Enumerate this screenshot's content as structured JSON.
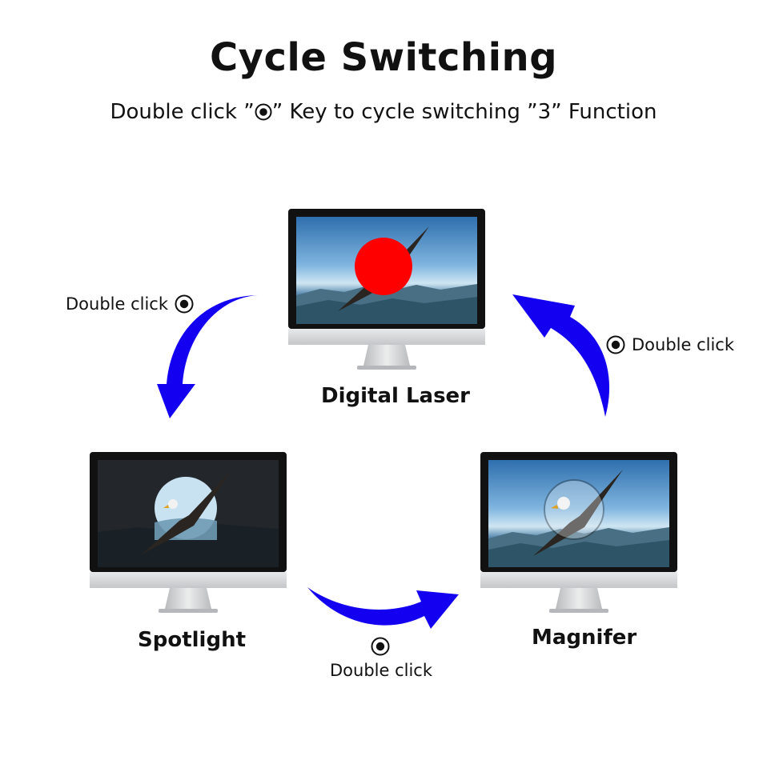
{
  "title": "Cycle Switching",
  "subtitle": {
    "before": "Double click ”",
    "after": "” Key to cycle switching ”3” Function"
  },
  "modes": [
    {
      "caption": "Digital Laser"
    },
    {
      "caption": "Spotlight"
    },
    {
      "caption": "Magnifer"
    }
  ],
  "transitions": [
    {
      "label": "Double click"
    },
    {
      "label": "Double click"
    },
    {
      "label": "Double click"
    }
  ],
  "colors": {
    "arrow": "#1400f0",
    "laser_dot": "#ff0000",
    "monitor_body": "#d7d9dc",
    "bezel": "#111111",
    "sky": "#5e9bd0"
  }
}
